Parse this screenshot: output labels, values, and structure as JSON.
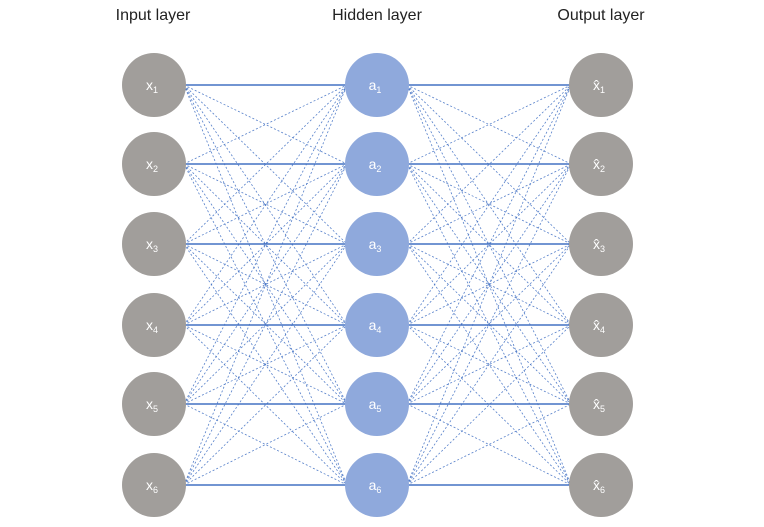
{
  "colors": {
    "input_node": "#a19e9b",
    "hidden_node": "#8fa9dc",
    "output_node": "#a19e9b",
    "edge": "#4472c4",
    "background": "#ffffff",
    "label_text": "#222222",
    "node_text": "#ffffff"
  },
  "layers": [
    {
      "id": "input",
      "title": "Input layer",
      "symbol": "x",
      "hat": false,
      "color_key": "input_node",
      "nodes": [
        {
          "base": "x",
          "sub": "1"
        },
        {
          "base": "x",
          "sub": "2"
        },
        {
          "base": "x",
          "sub": "3"
        },
        {
          "base": "x",
          "sub": "4"
        },
        {
          "base": "x",
          "sub": "5"
        },
        {
          "base": "x",
          "sub": "6"
        }
      ]
    },
    {
      "id": "hidden",
      "title": "Hidden layer",
      "symbol": "a",
      "hat": false,
      "color_key": "hidden_node",
      "nodes": [
        {
          "base": "a",
          "sub": "1"
        },
        {
          "base": "a",
          "sub": "2"
        },
        {
          "base": "a",
          "sub": "3"
        },
        {
          "base": "a",
          "sub": "4"
        },
        {
          "base": "a",
          "sub": "5"
        },
        {
          "base": "a",
          "sub": "6"
        }
      ]
    },
    {
      "id": "output",
      "title": "Output layer",
      "symbol": "x̂",
      "hat": true,
      "color_key": "output_node",
      "nodes": [
        {
          "base": "x̂",
          "sub": "1"
        },
        {
          "base": "x̂",
          "sub": "2"
        },
        {
          "base": "x̂",
          "sub": "3"
        },
        {
          "base": "x̂",
          "sub": "4"
        },
        {
          "base": "x̂",
          "sub": "5"
        },
        {
          "base": "x̂",
          "sub": "6"
        }
      ]
    }
  ],
  "connections": {
    "type": "fully-connected",
    "same_index": "solid",
    "cross_index": "dotted"
  }
}
